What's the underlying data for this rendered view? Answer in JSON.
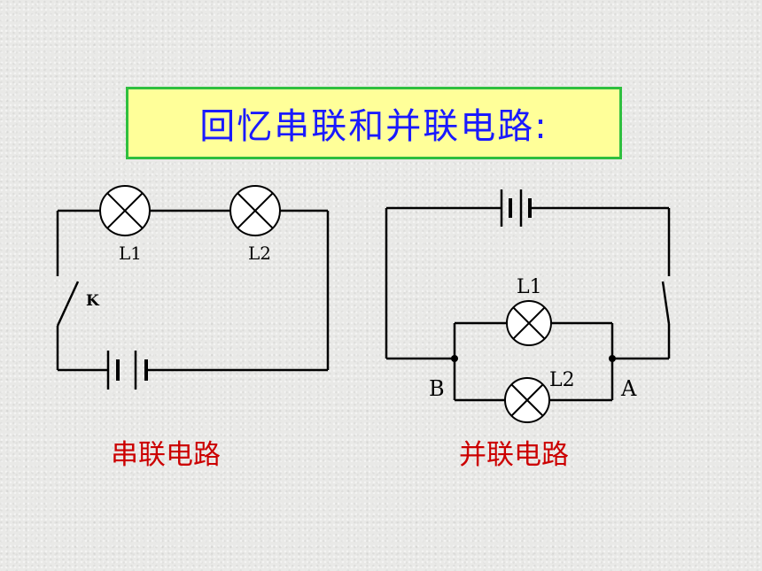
{
  "title": "回忆串联和并联电路:",
  "series_circuit": {
    "caption": "串联电路",
    "lamp1_label": "L1",
    "lamp2_label": "L2",
    "switch_label": "K"
  },
  "parallel_circuit": {
    "caption": "并联电路",
    "lamp1_label": "L1",
    "lamp2_label": "L2",
    "node_b_label": "B",
    "node_a_label": "A"
  },
  "colors": {
    "title_text": "#1a1aff",
    "title_bg": "#ffff99",
    "title_border": "#2fbf3f",
    "caption": "#cc0000"
  }
}
